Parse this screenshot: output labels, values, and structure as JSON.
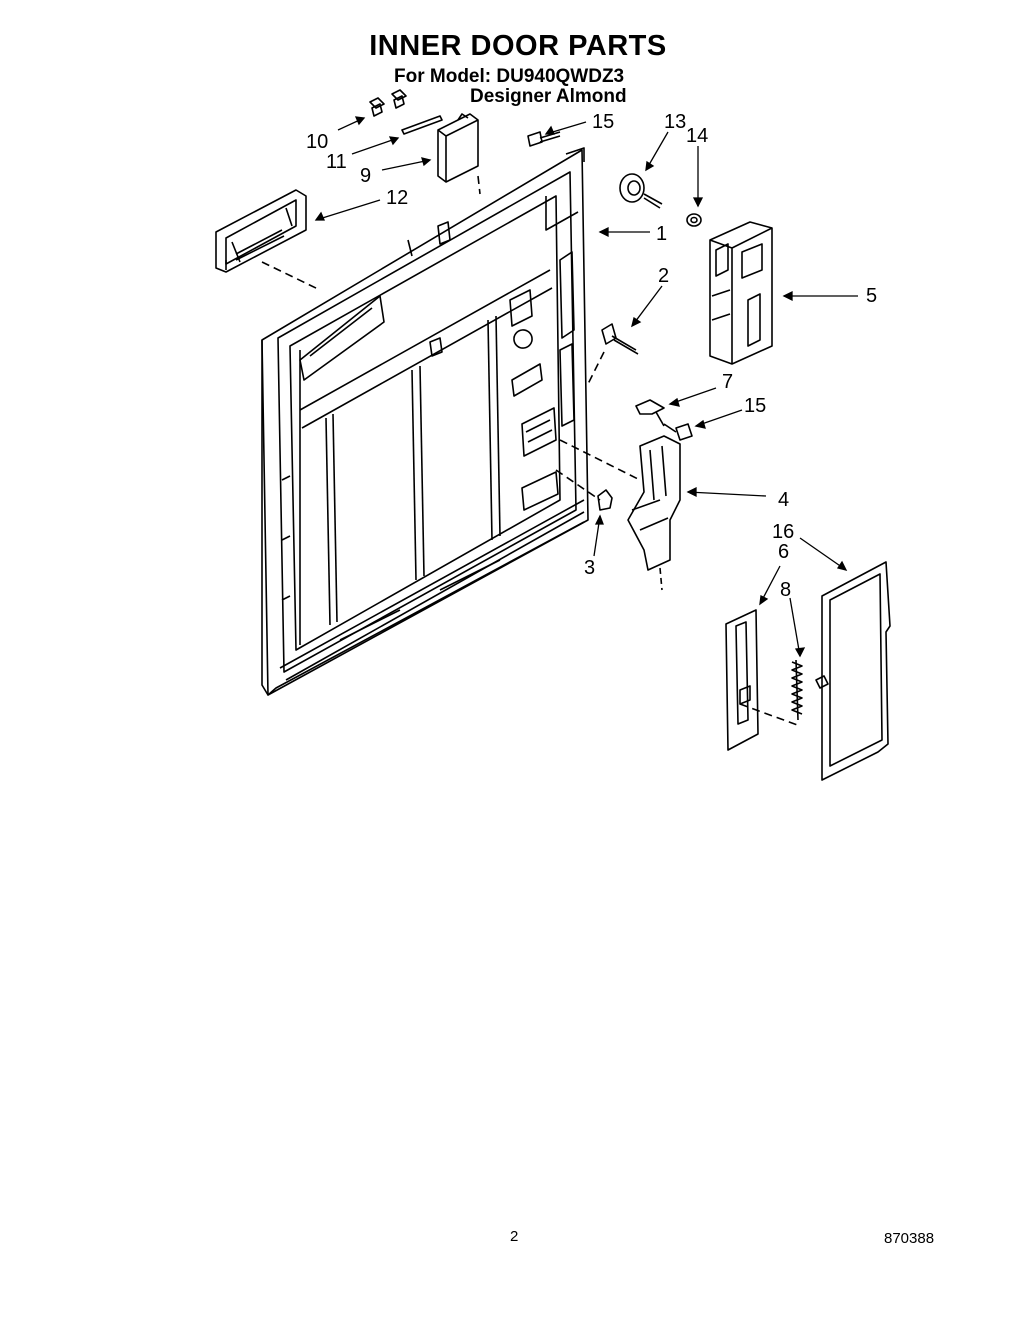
{
  "header": {
    "title": "INNER DOOR PARTS",
    "model_line": "For Model: DU940QWDZ3",
    "color_line": "Designer Almond"
  },
  "callouts": [
    "10",
    "11",
    "9",
    "12",
    "15",
    "13",
    "14",
    "1",
    "2",
    "5",
    "7",
    "15",
    "4",
    "3",
    "16",
    "6",
    "8"
  ],
  "footer": {
    "page_number": "2",
    "doc_code": "870388"
  }
}
